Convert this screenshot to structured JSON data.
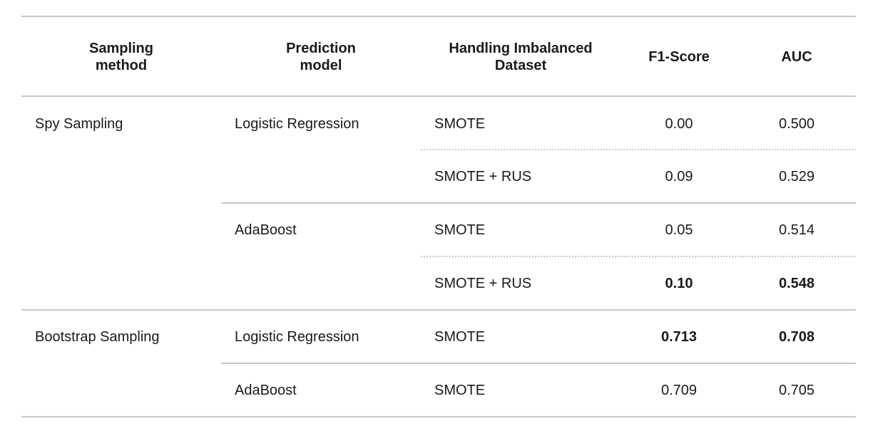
{
  "headers": {
    "sampling_method": [
      "Sampling",
      "method"
    ],
    "prediction_model": [
      "Prediction",
      "model"
    ],
    "handling": [
      "Handling Imbalanced",
      "Dataset"
    ],
    "f1": "F1-Score",
    "auc": "AUC"
  },
  "rows": [
    {
      "sampling": "Spy Sampling",
      "model": "Logistic Regression",
      "handling": "SMOTE",
      "f1": "0.00",
      "auc": "0.500",
      "bold": false
    },
    {
      "sampling": "",
      "model": "",
      "handling": "SMOTE + RUS",
      "f1": "0.09",
      "auc": "0.529",
      "bold": false
    },
    {
      "sampling": "",
      "model": "AdaBoost",
      "handling": "SMOTE",
      "f1": "0.05",
      "auc": "0.514",
      "bold": false
    },
    {
      "sampling": "",
      "model": "",
      "handling": "SMOTE + RUS",
      "f1": "0.10",
      "auc": "0.548",
      "bold": true
    },
    {
      "sampling": "Bootstrap Sampling",
      "model": "Logistic Regression",
      "handling": "SMOTE",
      "f1": "0.713",
      "auc": "0.708",
      "bold": true
    },
    {
      "sampling": "",
      "model": "AdaBoost",
      "handling": "SMOTE",
      "f1": "0.709",
      "auc": "0.705",
      "bold": false
    }
  ]
}
